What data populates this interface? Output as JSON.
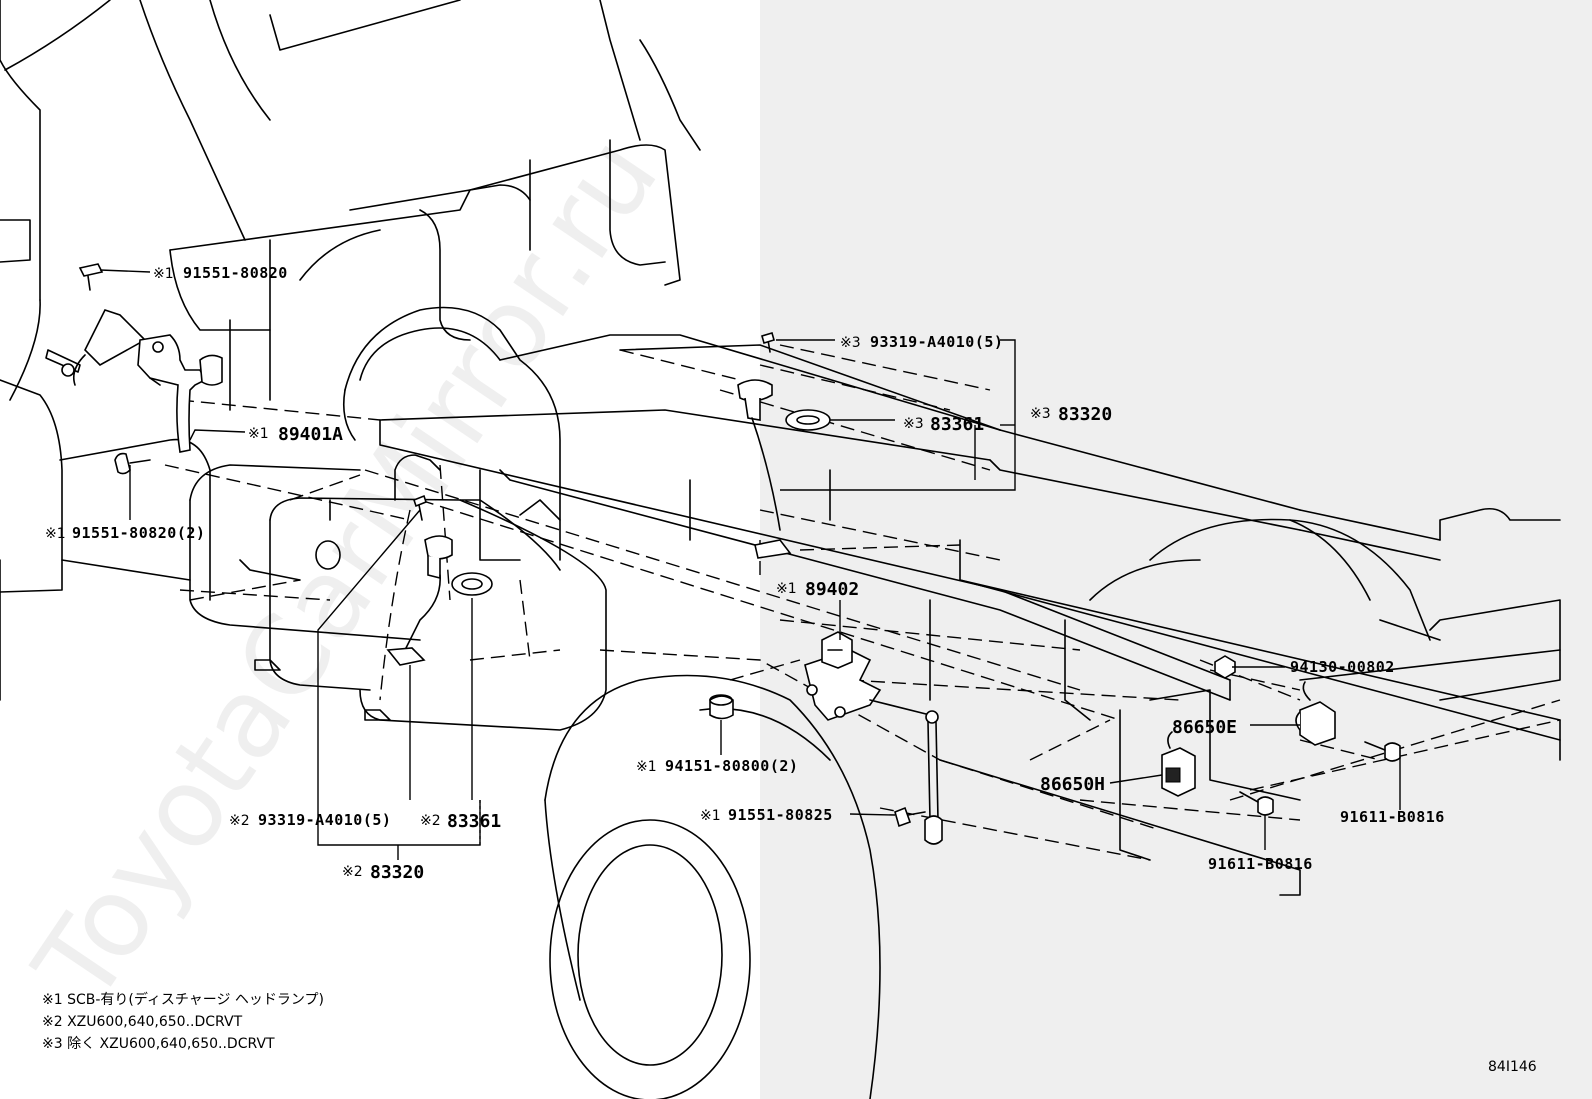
{
  "watermark": "ToyotaCarMirror.ru",
  "diagram_code": "84I146",
  "callouts": {
    "c1": {
      "mark": "※1",
      "part": "91551-80820"
    },
    "c2": {
      "mark": "※1",
      "part": "89401A"
    },
    "c3": {
      "mark": "※1",
      "part": "91551-80820(2)"
    },
    "c4": {
      "mark": "※3",
      "part": "93319-A4010(5)"
    },
    "c5": {
      "mark": "※3",
      "part": "83361"
    },
    "c6": {
      "mark": "※3",
      "part": "83320"
    },
    "c7": {
      "mark": "※1",
      "part": "89402"
    },
    "c8": {
      "mark": "",
      "part": "94130-00802"
    },
    "c9": {
      "mark": "",
      "part": "86650E"
    },
    "c10": {
      "mark": "",
      "part": "86650H"
    },
    "c11": {
      "mark": "",
      "part": "91611-B0816"
    },
    "c12": {
      "mark": "",
      "part": "91611-B0816"
    },
    "c13": {
      "mark": "※1",
      "part": "94151-80800(2)"
    },
    "c14": {
      "mark": "※1",
      "part": "91551-80825"
    },
    "c15": {
      "mark": "※2",
      "part": "93319-A4010(5)"
    },
    "c16": {
      "mark": "※2",
      "part": "83361"
    },
    "c17": {
      "mark": "※2",
      "part": "83320"
    }
  },
  "notes": [
    "※1 SCB-有り(ディスチャージ ヘッドランプ)",
    "※2 XZU600,640,650..DCRVT",
    "※3 除く XZU600,640,650..DCRVT"
  ]
}
